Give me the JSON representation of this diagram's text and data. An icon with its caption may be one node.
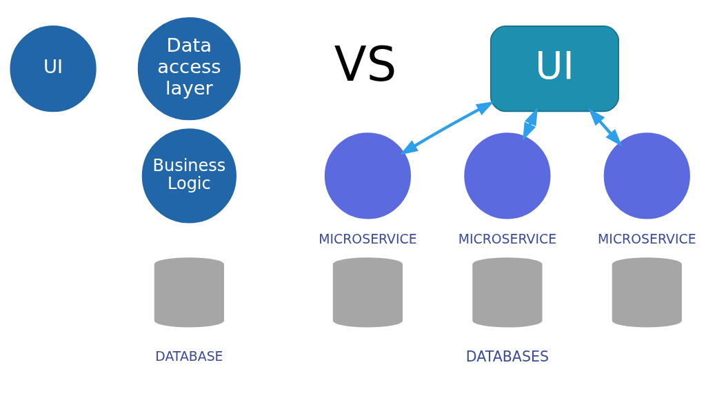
{
  "diagram": {
    "nodes": [
      {
        "text": [
          "UI"
        ]
      },
      {
        "text": [
          "Data access layer"
        ]
      },
      {
        "text": [
          "Business Logic"
        ]
      },
      {
        "text": [],
        "shape": "cylinder",
        "beside": [
          "DATABASE"
        ]
      },
      {
        "text": [
          "UI"
        ]
      },
      {
        "text": [],
        "shape": "circle",
        "beside": [
          "MICROSERVICE"
        ]
      },
      {
        "text": [],
        "shape": "circle",
        "beside": [
          "MICROSERVICE"
        ]
      },
      {
        "text": [],
        "shape": "circle",
        "beside": [
          "MICROSERVICE"
        ]
      },
      {
        "text": [],
        "shape": "cylinder"
      },
      {
        "text": [],
        "shape": "cylinder"
      },
      {
        "text": [],
        "shape": "cylinder"
      }
    ],
    "edges": [
      {
        "from": 4,
        "to": 5,
        "arrow": "both"
      },
      {
        "from": 4,
        "to": 6,
        "arrow": "both"
      },
      {
        "from": 4,
        "to": 7,
        "arrow": "both"
      }
    ],
    "labels": [
      "VS",
      "DATABASES"
    ]
  }
}
